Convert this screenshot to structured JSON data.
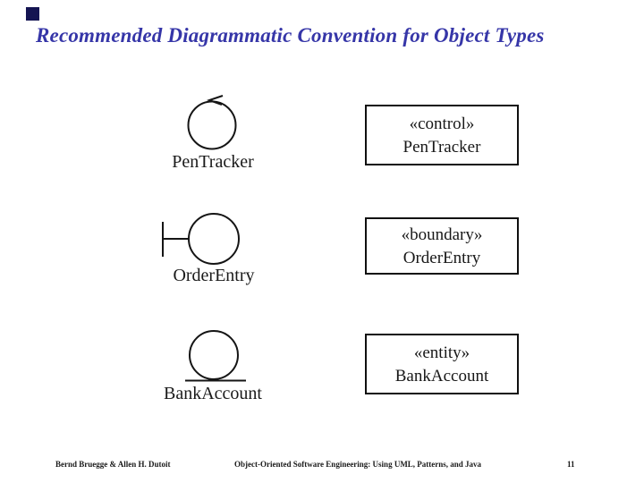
{
  "slide": {
    "title": "Recommended Diagrammatic Convention for Object Types",
    "title_color": "#3636a8",
    "corner_square_color": "#141452",
    "background_color": "#ffffff"
  },
  "rows": [
    {
      "symbol": "control-object-circle-with-counterclockwise-arrow",
      "symbol_label": "PenTracker",
      "stereotype": "«control»",
      "name": "PenTracker"
    },
    {
      "symbol": "boundary-object-circle-with-t-bar",
      "symbol_label": "OrderEntry",
      "stereotype": "«boundary»",
      "name": "OrderEntry"
    },
    {
      "symbol": "entity-object-circle-on-line",
      "symbol_label": "BankAccount",
      "stereotype": "«entity»",
      "name": "BankAccount"
    }
  ],
  "footer": {
    "authors": "Bernd Bruegge & Allen H. Dutoit",
    "course": "Object-Oriented Software Engineering: Using UML, Patterns, and Java",
    "page": "11"
  }
}
